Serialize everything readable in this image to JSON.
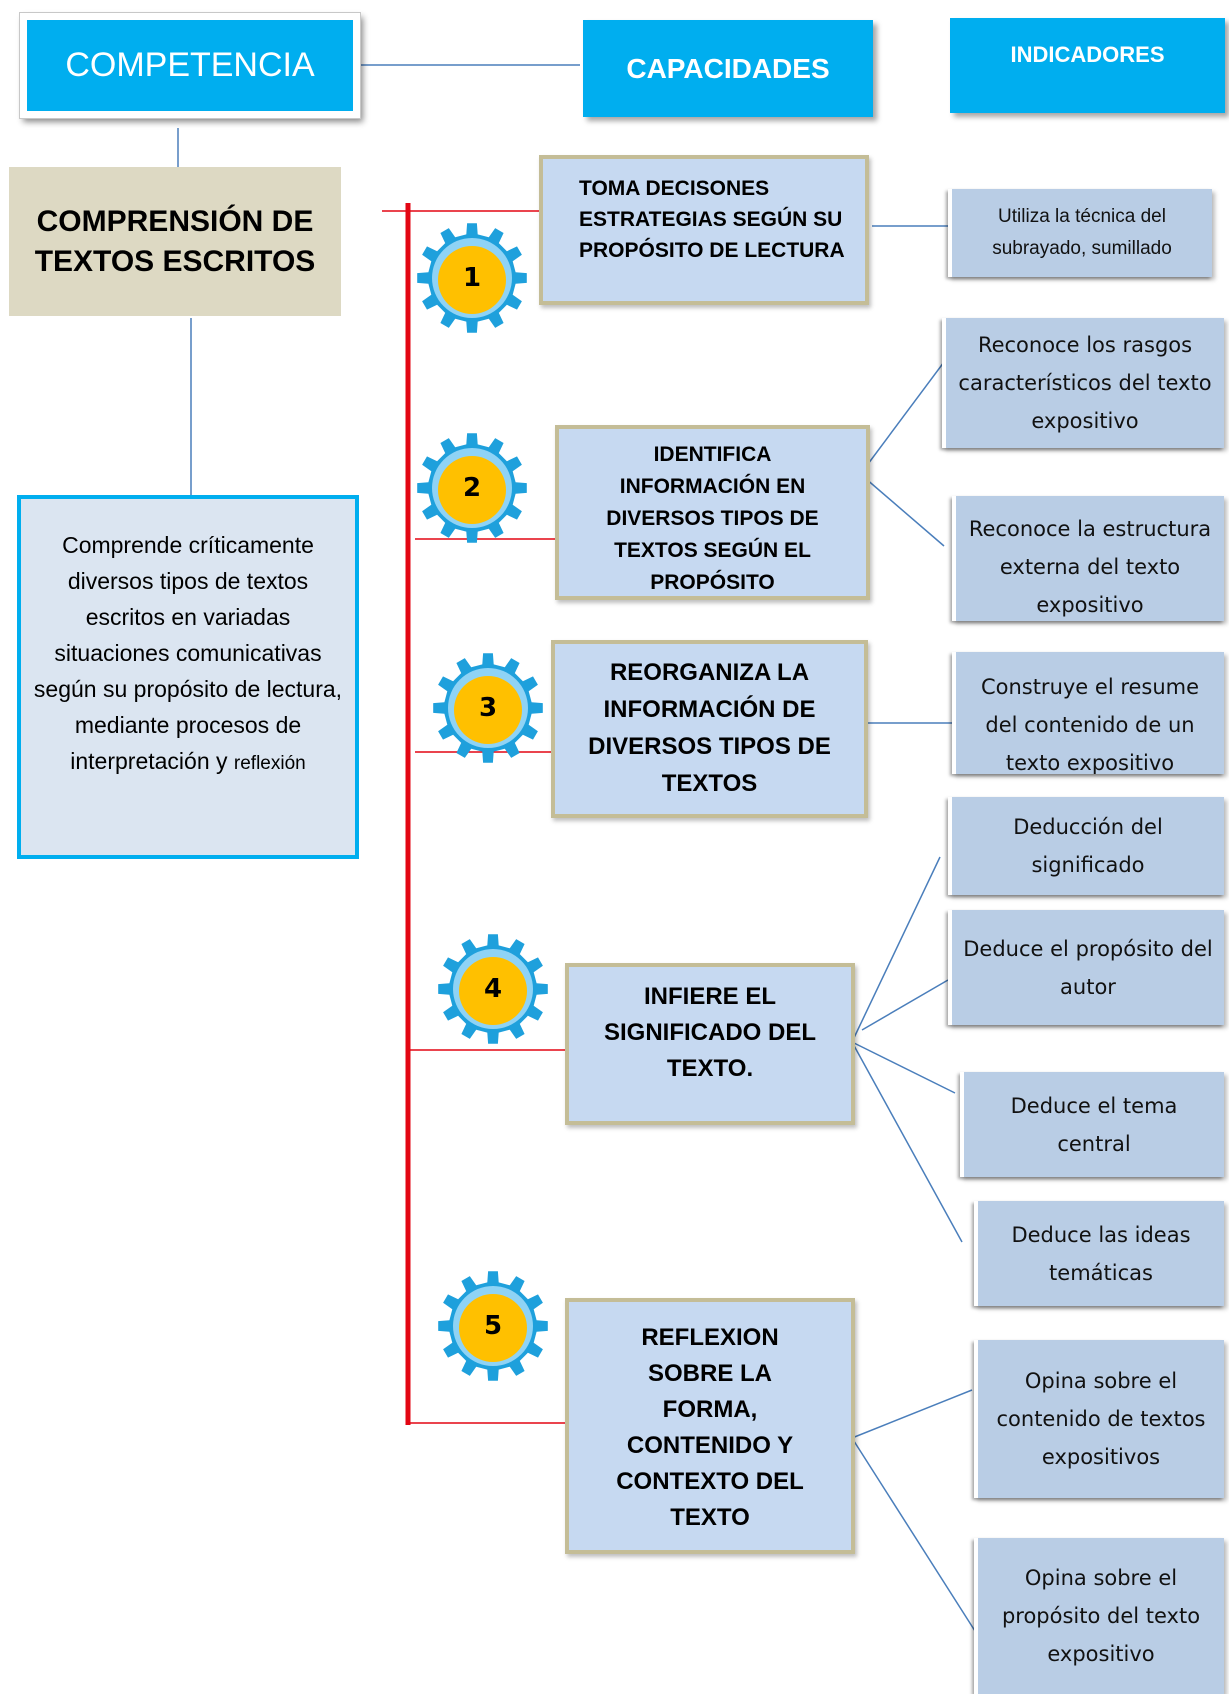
{
  "header": {
    "competencia": "COMPETENCIA",
    "capacidades": "CAPACIDADES",
    "indicadores": "INDICADORES"
  },
  "competencia": {
    "title": "COMPRENSIÓN DE TEXTOS ESCRITOS",
    "description_main": "Comprende críticamente diversos tipos de textos escritos en variadas situaciones comunicativas según su propósito  de lectura, mediante procesos de interpretación y",
    "description_tail": "reflexión"
  },
  "capacidades": [
    {
      "number": "1",
      "text": "TOMA DECISONES ESTRATEGIAS  SEGÚN SU PROPÓSITO DE LECTURA"
    },
    {
      "number": "2",
      "text": "IDENTIFICA INFORMACIÓN EN DIVERSOS TIPOS DE TEXTOS SEGÚN EL PROPÓSITO"
    },
    {
      "number": "3",
      "text": "REORGANIZA LA INFORMACIÓN DE DIVERSOS TIPOS DE TEXTOS"
    },
    {
      "number": "4",
      "text": "INFIERE EL SIGNIFICADO DEL TEXTO."
    },
    {
      "number": "5",
      "text": "REFLEXION SOBRE LA FORMA, CONTENIDO  Y CONTEXTO DEL TEXTO"
    }
  ],
  "indicadores": [
    "Utiliza la técnica del subrayado, sumillado",
    "Reconoce los rasgos característicos del texto expositivo",
    "Reconoce la estructura externa del  texto expositivo",
    "Construye el resume del contenido de un texto expositivo",
    "Deducción del significado",
    "Deduce el propósito del autor",
    "Deduce el  tema central",
    "Deduce las ideas temáticas",
    "Opina sobre el contenido de textos expositivos",
    "Opina sobre el propósito del texto expositivo"
  ],
  "colors": {
    "header_blue": "#00aeef",
    "competencia_title_bg": "#ddd9c3",
    "description_bg": "#dbe5f1",
    "capacity_bg": "#c6d9f1",
    "capacity_border": "#c4bd97",
    "indicator_bg": "#b9cde5",
    "spine_red": "#e30613",
    "connector_blue": "#4a7ebb",
    "gear_blue": "#1ea0dc",
    "gear_yellow": "#ffc000"
  },
  "icons": [
    "gear-icon"
  ]
}
